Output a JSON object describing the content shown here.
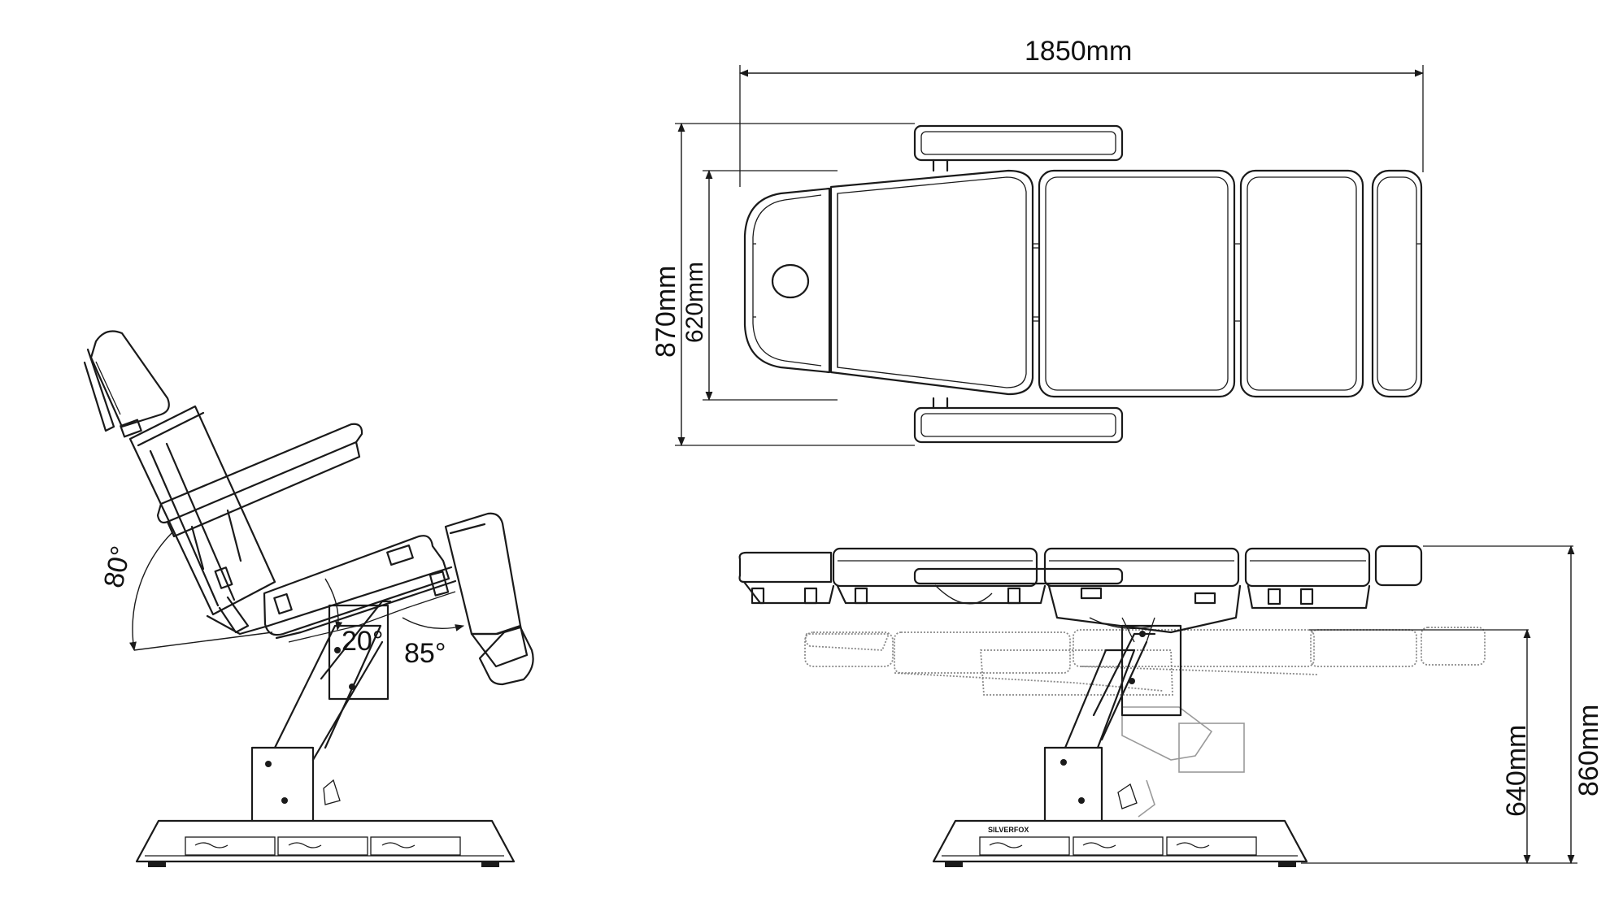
{
  "dimensions": {
    "overall_length": "1850mm",
    "overall_width": "870mm",
    "seat_width": "620mm",
    "min_height": "640mm",
    "max_height": "860mm"
  },
  "angles": {
    "backrest": "80°",
    "seat": "20°",
    "legrest": "85°"
  },
  "base_brand": "SILVERFOX"
}
